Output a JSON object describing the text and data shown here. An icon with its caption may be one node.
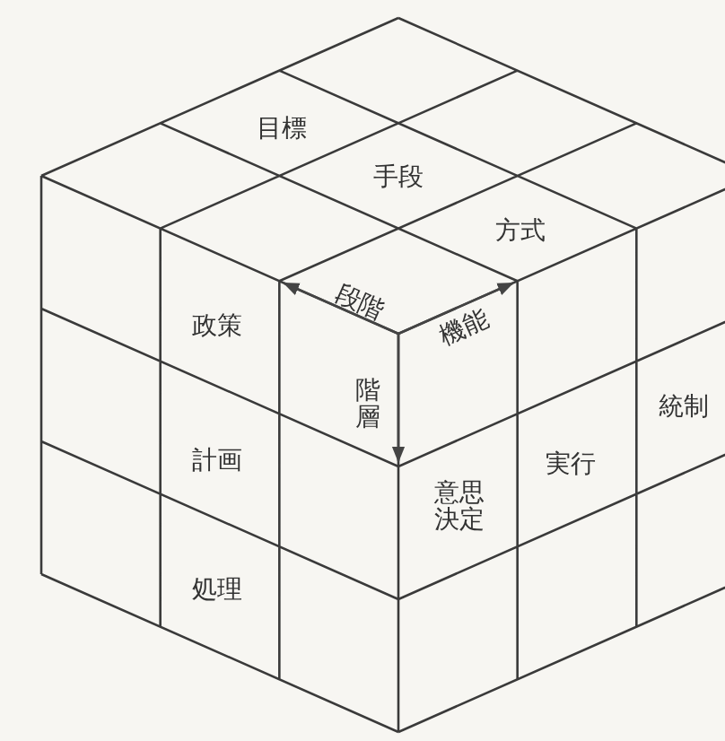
{
  "diagram": {
    "labels": [
      "目標",
      "手段",
      "方式",
      "段階",
      "政策",
      "機能",
      "階層",
      "統制",
      "計画",
      "実行",
      "意思決定",
      "処理"
    ]
  }
}
